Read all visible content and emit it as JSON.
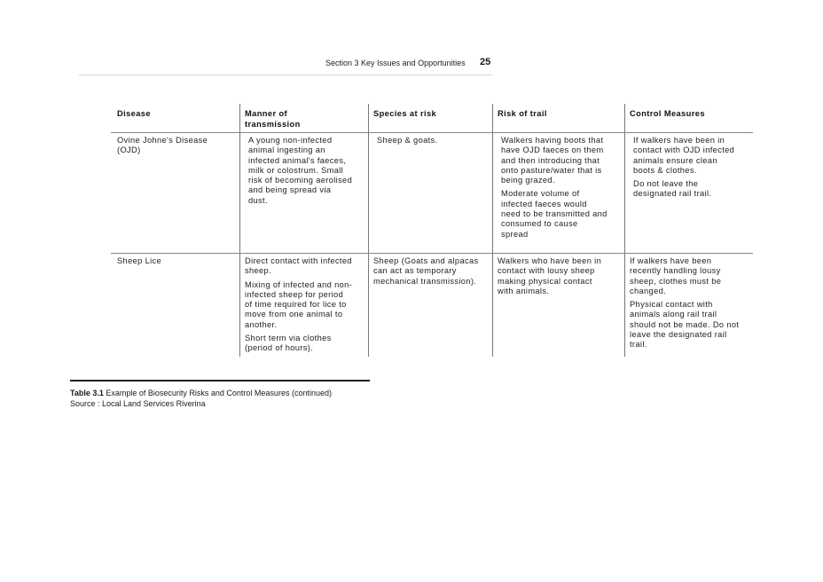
{
  "header": {
    "section_title": "Section 3 Key Issues and Opportunities",
    "page_number": "25"
  },
  "table": {
    "columns": [
      "Disease",
      "Manner of transmission",
      "Species at risk",
      "Risk of trail",
      "Control Measures"
    ],
    "rows": [
      {
        "disease": "Ovine Johne's Disease (OJD)",
        "transmission": [
          "A young non-infected animal ingesting an infected animal's faeces, milk or colostrum. Small risk of becoming aerolised and being spread via dust."
        ],
        "species": [
          "Sheep & goats."
        ],
        "risk": [
          "Walkers having boots that have OJD faeces on them and then introducing that onto pasture/water that is being grazed.",
          "Moderate volume of infected faeces would need to be transmitted and consumed to cause spread"
        ],
        "control": [
          "If walkers have been in contact with OJD infected animals ensure clean boots & clothes.",
          "Do not leave the designated rail trail."
        ]
      },
      {
        "disease": "Sheep Lice",
        "transmission": [
          "Direct contact with infected sheep.",
          "Mixing of infected and non-infected sheep for period of time required for lice to move from one animal to another.",
          "Short term via clothes (period of hours)."
        ],
        "species": [
          "Sheep (Goats and alpacas can act as temporary mechanical transmission)."
        ],
        "risk": [
          "Walkers who have been in contact with lousy sheep making physical contact with animals."
        ],
        "control": [
          "If walkers have been recently handling lousy sheep, clothes must be changed.",
          "Physical contact with animals along rail trail should not be made. Do not leave the designated rail trail."
        ]
      }
    ]
  },
  "caption": {
    "label": "Table 3.1",
    "text": " Example of Biosecurity Risks and Control Measures (continued)",
    "source": "Source : Local Land Services Riverina"
  }
}
